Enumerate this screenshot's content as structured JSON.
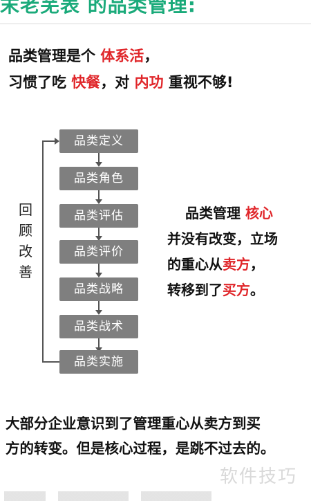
{
  "heading": {
    "text": "末老芜表 的品类管理:"
  },
  "intro": {
    "line1_a": "品类管理是个 ",
    "line1_b": "体系活",
    "line1_c": "，",
    "line2_a": "习惯了吃 ",
    "line2_b": "快餐",
    "line2_c": "，对 ",
    "line2_d": "内功",
    "line2_e": " 重视不够!"
  },
  "flow": {
    "steps": [
      "品类定义",
      "品类角色",
      "品类评估",
      "品类评价",
      "品类战略",
      "品类战术",
      "品类实施"
    ],
    "loop_label": [
      "回",
      "顾",
      "改",
      "善"
    ],
    "step_color": "#7f7f7f",
    "line_color": "#555555"
  },
  "note": {
    "l1_a": "品类管理 ",
    "l1_b": "核心",
    "l2": "并没有改变，立场",
    "l3_a": "的重心从",
    "l3_b": "卖方",
    "l3_c": "，",
    "l4_a": "转移到了",
    "l4_b": "买方",
    "l4_c": "。"
  },
  "summary": {
    "line1": "大部分企业意识到了管理重心从卖方到买",
    "line2": "方的转变。但是核心过程，是跳不过去的。"
  },
  "watermark": {
    "text": "软件技巧"
  },
  "colors": {
    "accent_red": "#e0262a",
    "heading_green": "#1aaa7a"
  }
}
